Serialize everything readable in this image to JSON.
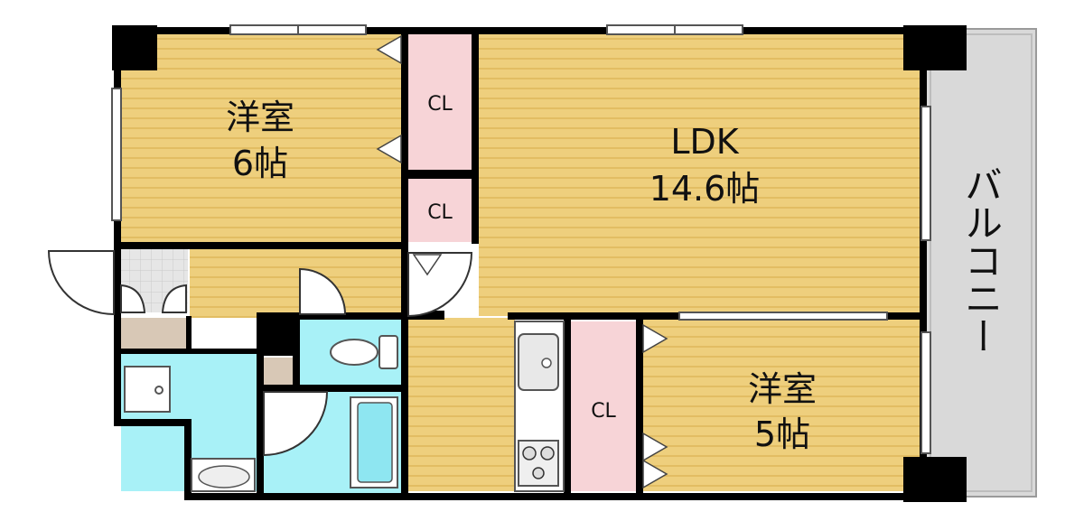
{
  "floorplan": {
    "rooms": {
      "western1": {
        "name": "洋室",
        "size": "6帖"
      },
      "ldk": {
        "name": "LDK",
        "size": "14.6帖"
      },
      "western2": {
        "name": "洋室",
        "size": "5帖"
      },
      "closet1": {
        "label": "CL"
      },
      "closet2": {
        "label": "CL"
      },
      "closet3": {
        "label": "CL"
      },
      "balcony": {
        "label": "バルコニー"
      }
    },
    "colors": {
      "floor": "#eecf7d",
      "floor_stripe": "#e2bd63",
      "closet": "#f7d4d7",
      "wet_area": "#a8f1f7",
      "balcony": "#d9d9d9",
      "wall": "#000000",
      "entry_tile": "#dcdcdc",
      "shoe_box": "#d8c8b6"
    }
  }
}
